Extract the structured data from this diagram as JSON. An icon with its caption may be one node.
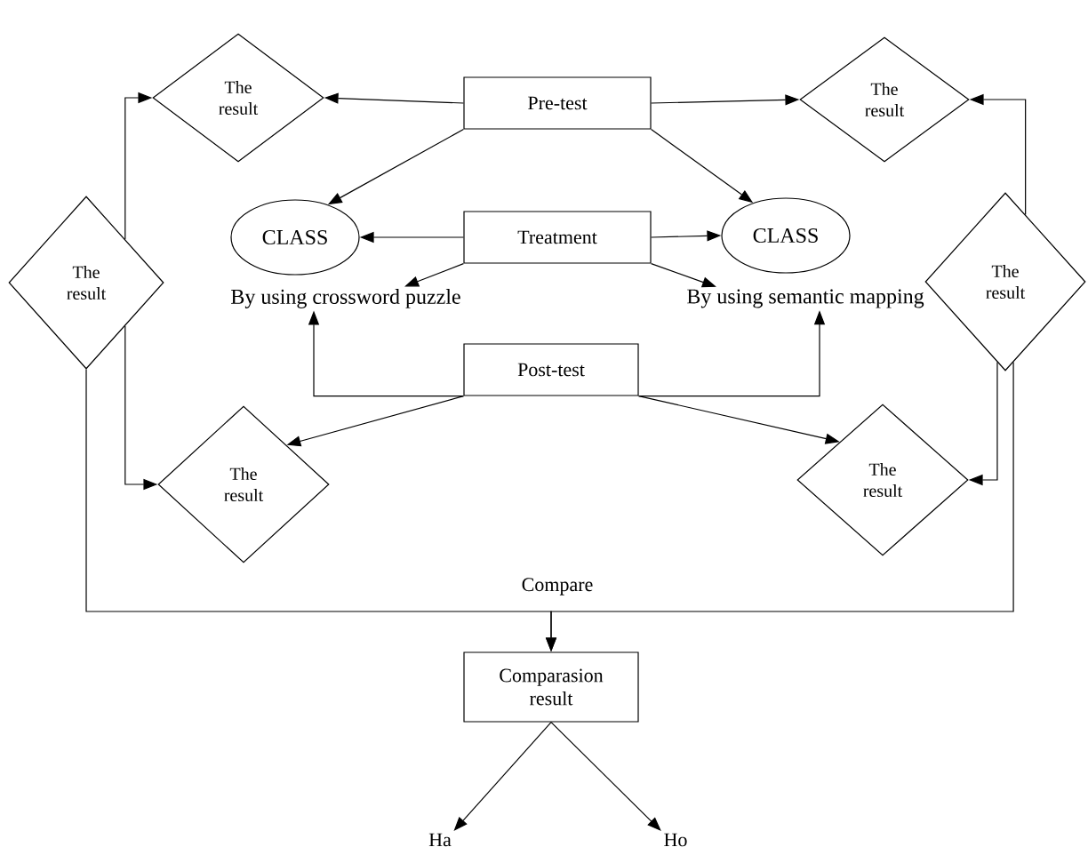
{
  "diagram": {
    "nodes": [
      {
        "text": [
          "Pre-test"
        ]
      },
      {
        "text": [
          "The result"
        ]
      },
      {
        "text": [
          "The result"
        ]
      },
      {
        "text": [
          "The result"
        ]
      },
      {
        "text": [
          "The result"
        ]
      },
      {
        "text": [
          "CLASS"
        ]
      },
      {
        "text": [
          "Treatment"
        ]
      },
      {
        "text": [
          "CLASS"
        ]
      },
      {
        "text": [
          "By using crossword puzzle"
        ]
      },
      {
        "text": [
          "By using semantic mapping"
        ]
      },
      {
        "text": [
          "Post-test"
        ]
      },
      {
        "text": [
          "The result"
        ]
      },
      {
        "text": [
          "The result"
        ]
      },
      {
        "text": [
          "Comparasion result"
        ]
      },
      {
        "text": [
          "Ha"
        ]
      },
      {
        "text": [
          "Ho"
        ]
      }
    ],
    "edges": [
      {
        "from": 0,
        "to": 1,
        "arrow": "to"
      },
      {
        "from": 0,
        "to": 2,
        "arrow": "to"
      },
      {
        "from": 0,
        "to": 5,
        "arrow": "to"
      },
      {
        "from": 0,
        "to": 7,
        "arrow": "to"
      },
      {
        "from": 6,
        "to": 5,
        "arrow": "to"
      },
      {
        "from": 6,
        "to": 8,
        "arrow": "to"
      },
      {
        "from": 6,
        "to": 7,
        "arrow": "to"
      },
      {
        "from": 6,
        "to": 9,
        "arrow": "to"
      },
      {
        "from": 10,
        "to": 8,
        "arrow": "to"
      },
      {
        "from": 10,
        "to": 9,
        "arrow": "to"
      },
      {
        "from": 10,
        "to": 11,
        "arrow": "to"
      },
      {
        "from": 10,
        "to": 12,
        "arrow": "to"
      },
      {
        "from": 3,
        "to": 1,
        "arrow": "to"
      },
      {
        "from": 3,
        "to": 11,
        "arrow": "to"
      },
      {
        "from": 4,
        "to": 2,
        "arrow": "to"
      },
      {
        "from": 4,
        "to": 12,
        "arrow": "to"
      },
      {
        "from": 3,
        "to": 13,
        "arrow": "to",
        "label": "Compare"
      },
      {
        "from": 4,
        "to": 13,
        "arrow": "to"
      },
      {
        "from": 13,
        "to": 14,
        "arrow": "to"
      },
      {
        "from": 13,
        "to": 15,
        "arrow": "to"
      }
    ]
  }
}
